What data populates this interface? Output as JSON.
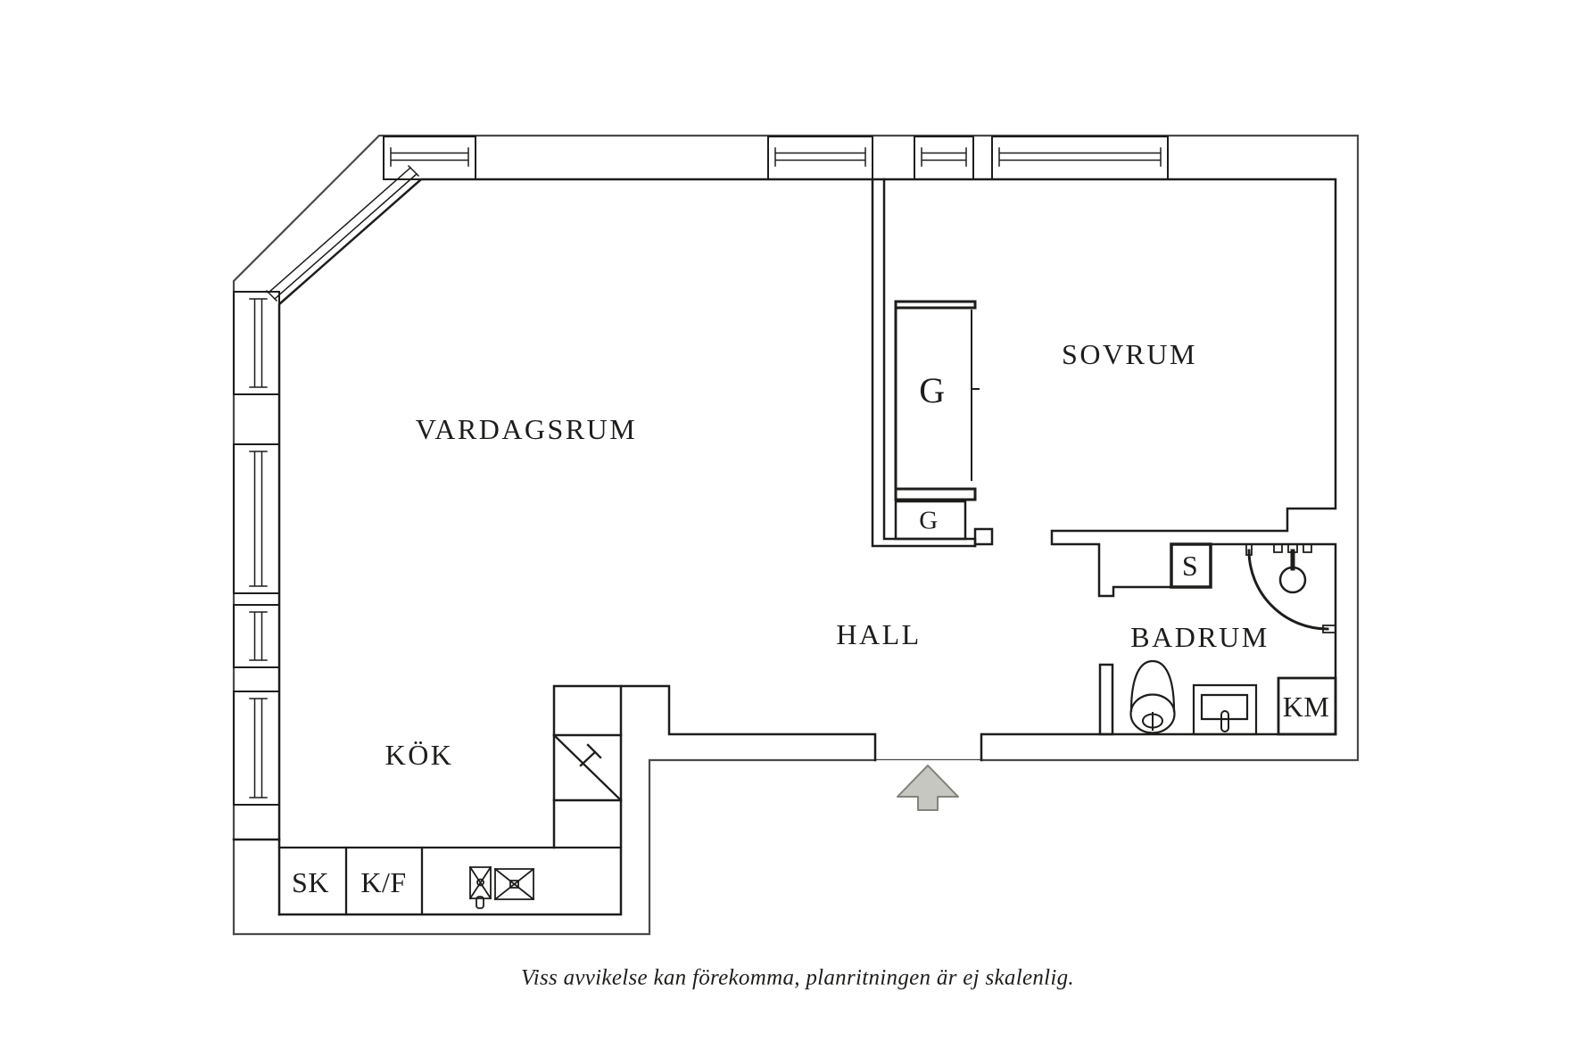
{
  "floorplan": {
    "room_labels": {
      "living_room": "VARDAGSRUM",
      "bedroom": "SOVRUM",
      "hall": "HALL",
      "kitchen": "KÖK",
      "bathroom": "BADRUM"
    },
    "marker_labels": {
      "wardrobe_tall": "G",
      "wardrobe_small": "G",
      "shaft": "S",
      "washing_machine": "KM",
      "cleaning_cabinet": "SK",
      "fridge_freezer": "K/F"
    },
    "caption": "Viss avvikelse kan förekomma, planritningen är ej skalenlig.",
    "colors": {
      "background": "#ffffff",
      "wall_line": "#1d1d1b",
      "outer_line": "#4a4a48",
      "arrow_fill": "#c7c7c2",
      "arrow_stroke": "#83837e"
    }
  }
}
